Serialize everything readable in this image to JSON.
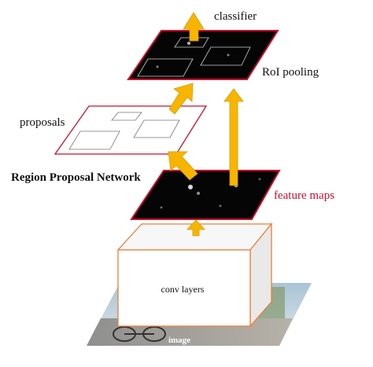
{
  "labels": {
    "classifier": "classifier",
    "roi_pooling": "RoI pooling",
    "proposals": "proposals",
    "rpn": "Region Proposal Network",
    "feature_maps": "feature maps",
    "conv_layers": "conv layers",
    "image": "image"
  },
  "colors": {
    "arrow": "#f7b500",
    "arrow_edge": "#d89a00",
    "map_fill": "#050505",
    "map_edge": "#c8102e",
    "feature_label": "#c8102e",
    "box_edge": "#e8803a",
    "side_face": "#e9e9e9",
    "top_face": "#f7f7f7"
  }
}
